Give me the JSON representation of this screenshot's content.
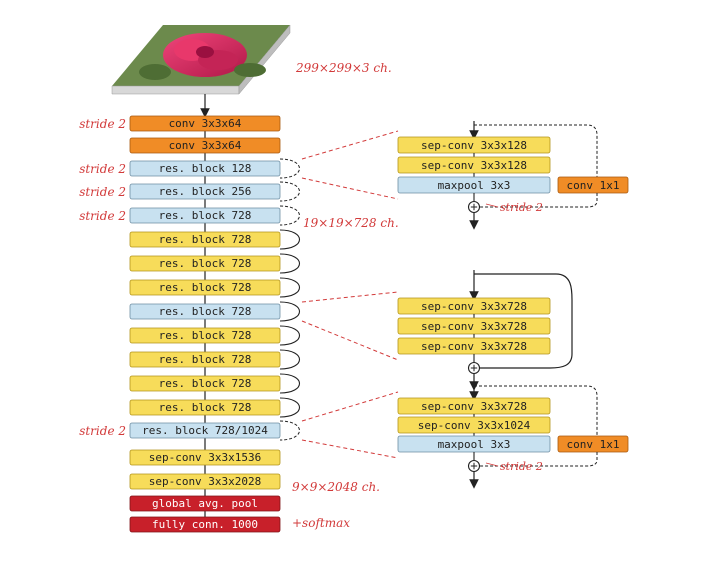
{
  "input": {
    "label": "299×299×3 ch.",
    "image": "rose-photo"
  },
  "main_column": {
    "blocks": [
      {
        "label": "conv 3x3x64",
        "color": "orange",
        "side_note": "stride 2"
      },
      {
        "label": "conv 3x3x64",
        "color": "orange",
        "side_note": ""
      },
      {
        "label": "res. block 128",
        "color": "blue",
        "side_note": "stride 2"
      },
      {
        "label": "res. block 256",
        "color": "blue",
        "side_note": "stride 2"
      },
      {
        "label": "res. block 728",
        "color": "blue",
        "side_note": "stride 2"
      },
      {
        "label": "res. block 728",
        "color": "yellow",
        "side_note": ""
      },
      {
        "label": "res. block 728",
        "color": "yellow",
        "side_note": ""
      },
      {
        "label": "res. block 728",
        "color": "yellow",
        "side_note": ""
      },
      {
        "label": "res. block 728",
        "color": "blue",
        "side_note": ""
      },
      {
        "label": "res. block 728",
        "color": "yellow",
        "side_note": ""
      },
      {
        "label": "res. block 728",
        "color": "yellow",
        "side_note": ""
      },
      {
        "label": "res. block 728",
        "color": "yellow",
        "side_note": ""
      },
      {
        "label": "res. block 728",
        "color": "yellow",
        "side_note": ""
      },
      {
        "label": "res. block 728/1024",
        "color": "blue",
        "side_note": "stride 2"
      },
      {
        "label": "sep-conv 3x3x1536",
        "color": "yellow",
        "side_note": ""
      },
      {
        "label": "sep-conv 3x3x2028",
        "color": "yellow",
        "side_note": ""
      },
      {
        "label": "global avg. pool",
        "color": "red",
        "side_note": ""
      },
      {
        "label": "fully conn. 1000",
        "color": "red",
        "side_note": ""
      }
    ],
    "annotations": {
      "after_entry_flow": "19×19×728 ch.",
      "after_sepconv": "9×9×2048 ch.",
      "after_fc": "+softmax"
    }
  },
  "detail_blocks": [
    {
      "layers": [
        {
          "label": "sep-conv 3x3x128",
          "color": "yellow"
        },
        {
          "label": "sep-conv 3x3x128",
          "color": "yellow"
        },
        {
          "label": "maxpool 3x3",
          "color": "blue"
        }
      ],
      "shortcut": {
        "label": "conv 1x1",
        "color": "orange"
      },
      "note": "stride 2"
    },
    {
      "layers": [
        {
          "label": "sep-conv 3x3x728",
          "color": "yellow"
        },
        {
          "label": "sep-conv 3x3x728",
          "color": "yellow"
        },
        {
          "label": "sep-conv 3x3x728",
          "color": "yellow"
        }
      ],
      "shortcut": null,
      "note": ""
    },
    {
      "layers": [
        {
          "label": "sep-conv 3x3x728",
          "color": "yellow"
        },
        {
          "label": "sep-conv 3x3x1024",
          "color": "yellow"
        },
        {
          "label": "maxpool 3x3",
          "color": "blue"
        }
      ],
      "shortcut": {
        "label": "conv 1x1",
        "color": "orange"
      },
      "note": "stride 2"
    }
  ],
  "colors": {
    "yellow": "#f7dc5a",
    "blue": "#c8e1f0",
    "orange": "#f08c26",
    "red": "#c8202a",
    "annotation": "#d23a3a"
  },
  "icons": {
    "sum": "circled-plus-icon"
  }
}
